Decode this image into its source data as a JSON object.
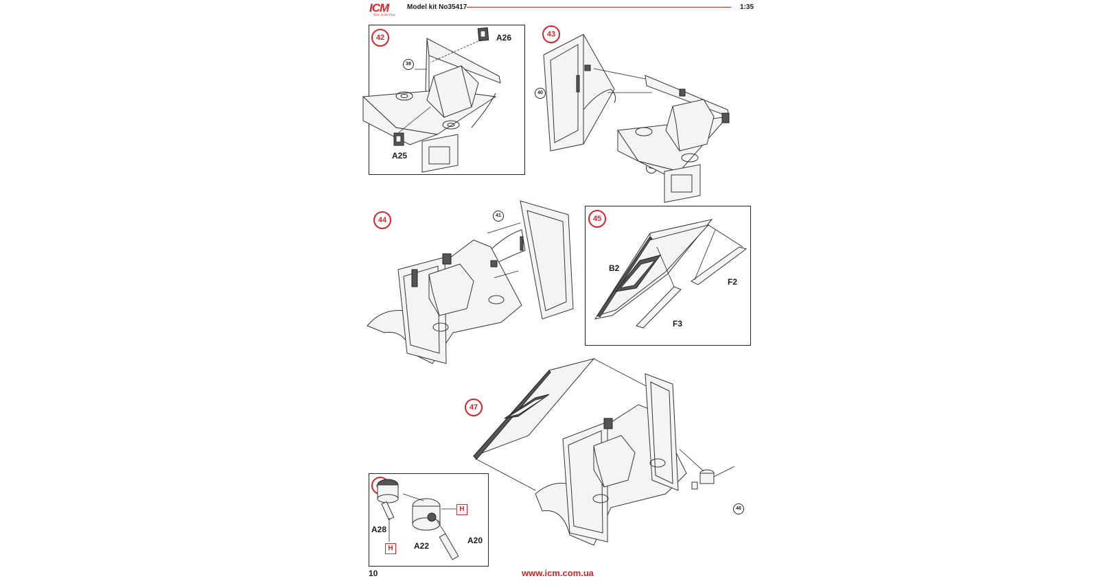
{
  "header": {
    "logo": "ICM",
    "logo_tagline": "Now in the Past",
    "model_label": "Model kit No35417",
    "scale": "1:35"
  },
  "steps": [
    {
      "number": "42",
      "parts": [
        "A26",
        "A25"
      ],
      "ref": "39"
    },
    {
      "number": "43",
      "refs": [
        "40",
        "42"
      ]
    },
    {
      "number": "44",
      "ref": "41"
    },
    {
      "number": "45",
      "parts": [
        "B2",
        "F2",
        "F3"
      ]
    },
    {
      "number": "46",
      "parts": [
        "A28",
        "A22",
        "A20"
      ],
      "glue_marks": [
        "H",
        "H"
      ]
    },
    {
      "number": "47",
      "ref": "46"
    }
  ],
  "footer": {
    "page_number": "10",
    "url": "www.icm.com.ua"
  },
  "colors": {
    "accent": "#d4252b",
    "line": "#222222"
  }
}
